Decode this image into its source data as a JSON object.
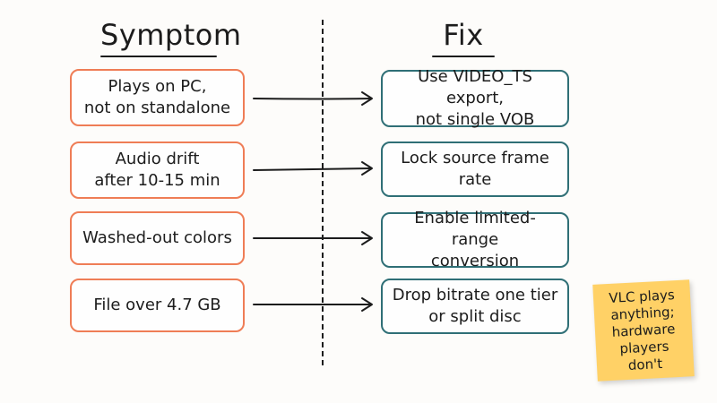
{
  "headings": {
    "symptom": "Symptom",
    "fix": "Fix"
  },
  "rows": [
    {
      "symptom": "Plays on PC,\nnot on standalone",
      "fix": "Use VIDEO_TS export,\nnot single VOB"
    },
    {
      "symptom": "Audio drift\nafter 10-15 min",
      "fix": "Lock source frame rate"
    },
    {
      "symptom": "Washed-out colors",
      "fix": "Enable limited-range\nconversion"
    },
    {
      "symptom": "File over 4.7 GB",
      "fix": "Drop bitrate one tier\nor split disc"
    }
  ],
  "note": "VLC plays\nanything;\nhardware\nplayers don't",
  "colors": {
    "symptom_border": "#ef7d56",
    "fix_border": "#2f6f76",
    "note_fill": "#ffd166"
  }
}
